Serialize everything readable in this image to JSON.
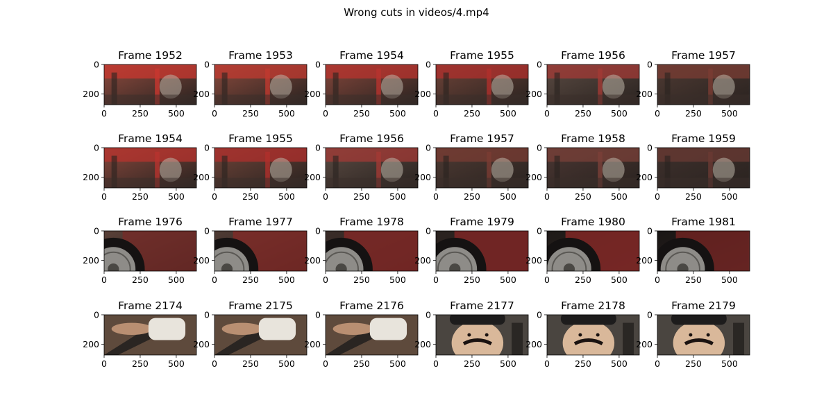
{
  "figure": {
    "title": "Wrong cuts in videos/4.mp4"
  },
  "axes": {
    "xticks": [
      0,
      250,
      500
    ],
    "yticks": [
      0,
      200
    ],
    "x_range": [
      0,
      640
    ],
    "y_range": [
      0,
      272
    ]
  },
  "chart_data": {
    "type": "image-grid",
    "title": "Wrong cuts in videos/4.mp4",
    "rows": [
      {
        "frames": [
          1952,
          1953,
          1954,
          1955,
          1956,
          1957
        ],
        "titles": [
          "Frame 1952",
          "Frame 1953",
          "Frame 1954",
          "Frame 1955",
          "Frame 1956",
          "Frame 1957"
        ],
        "scene": "red-truck-blur",
        "base_colors": [
          "#8e4a3e",
          "#8a4a3d",
          "#84463b",
          "#6e4338",
          "#5a4a42",
          "#4e3a33"
        ],
        "accent_colors": [
          "#c9372f",
          "#c03a30",
          "#b8332e",
          "#b02f2c",
          "#a33a35",
          "#7a3c33"
        ]
      },
      {
        "frames": [
          1954,
          1955,
          1956,
          1957,
          1958,
          1959
        ],
        "titles": [
          "Frame 1954",
          "Frame 1955",
          "Frame 1956",
          "Frame 1957",
          "Frame 1958",
          "Frame 1959"
        ],
        "scene": "red-truck-blur",
        "base_colors": [
          "#84463b",
          "#6e4338",
          "#5a4a42",
          "#4e3a33",
          "#4a3632",
          "#3e302c"
        ],
        "accent_colors": [
          "#b8332e",
          "#b02f2c",
          "#a33a35",
          "#7a3c33",
          "#7a4038",
          "#6a3a33"
        ]
      },
      {
        "frames": [
          1976,
          1977,
          1978,
          1979,
          1980,
          1981
        ],
        "titles": [
          "Frame 1976",
          "Frame 1977",
          "Frame 1978",
          "Frame 1979",
          "Frame 1980",
          "Frame 1981"
        ],
        "scene": "car-wheel",
        "base_colors": [
          "#5a4038",
          "#4f3b34",
          "#3a2c28",
          "#2a221f",
          "#1f1a18",
          "#1a1615"
        ],
        "accent_colors": [
          "#7a2a26",
          "#8a2a27",
          "#8f2827",
          "#8e2626",
          "#962a28",
          "#7f2523"
        ]
      },
      {
        "frames": [
          2174,
          2175,
          2176,
          2177,
          2178,
          2179
        ],
        "titles": [
          "Frame 2174",
          "Frame 2175",
          "Frame 2176",
          "Frame 2177",
          "Frame 2178",
          "Frame 2179"
        ],
        "scene": "hand-then-face",
        "base_colors": [
          "#4a3a30",
          "#4a3a30",
          "#4a3a30",
          "#3a3530",
          "#3a3530",
          "#3a3530"
        ],
        "accent_colors": [
          "#e8e4dc",
          "#e8e4dc",
          "#e8e4dc",
          "#d9b89a",
          "#d9b89a",
          "#d9b89a"
        ]
      }
    ]
  }
}
